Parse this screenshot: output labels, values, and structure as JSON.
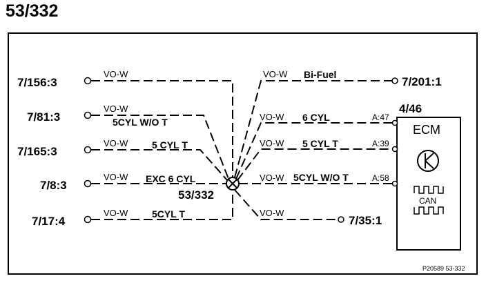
{
  "title": "53/332",
  "splice_label": "53/332",
  "wire_color": "VO-W",
  "left_connectors": [
    {
      "id": "7/156:3",
      "condition": ""
    },
    {
      "id": "7/81:3",
      "condition": "5CYL W/O T"
    },
    {
      "id": "7/165:3",
      "condition": "5 CYL T"
    },
    {
      "id": "7/8:3",
      "condition": "EXC 6 CYL"
    },
    {
      "id": "7/17:4",
      "condition": "5CYL T"
    }
  ],
  "right_connections": [
    {
      "condition": "Bi-Fuel",
      "target": "7/201:1",
      "pin": ""
    },
    {
      "condition": "6 CYL",
      "target": "",
      "pin": "A:47"
    },
    {
      "condition": "5 CYL T",
      "target": "",
      "pin": "A:39"
    },
    {
      "condition": "5CYL W/O T",
      "target": "",
      "pin": "A:58"
    },
    {
      "condition": "",
      "target": "7/35:1",
      "pin": ""
    }
  ],
  "ecm": {
    "ref": "4/46",
    "label": "ECM",
    "can_label": "CAN"
  },
  "figure_ref": "P20589  53-332"
}
